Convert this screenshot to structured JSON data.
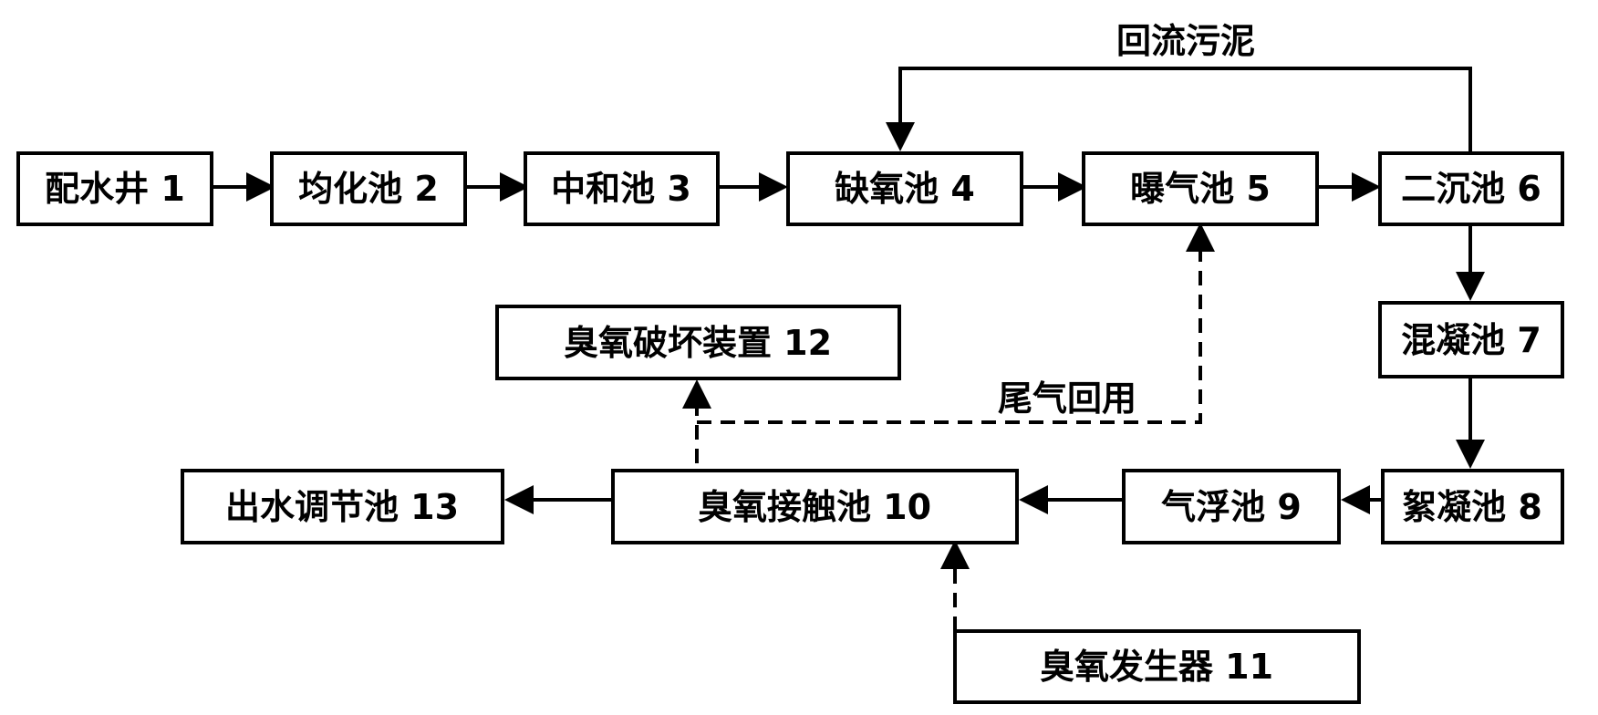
{
  "diagram": {
    "nodes": [
      {
        "id": "n1",
        "label": "配水井 1"
      },
      {
        "id": "n2",
        "label": "均化池 2"
      },
      {
        "id": "n3",
        "label": "中和池 3"
      },
      {
        "id": "n4",
        "label": "缺氧池 4"
      },
      {
        "id": "n5",
        "label": "曝气池 5"
      },
      {
        "id": "n6",
        "label": "二沉池 6"
      },
      {
        "id": "n7",
        "label": "混凝池 7"
      },
      {
        "id": "n8",
        "label": "絮凝池 8"
      },
      {
        "id": "n9",
        "label": "气浮池 9"
      },
      {
        "id": "n10",
        "label": "臭氧接触池 10"
      },
      {
        "id": "n11",
        "label": "臭氧发生器 11"
      },
      {
        "id": "n12",
        "label": "臭氧破坏装置 12"
      },
      {
        "id": "n13",
        "label": "出水调节池 13"
      }
    ],
    "edges": [
      {
        "id": "e1",
        "from": "n1",
        "to": "n2",
        "style": "solid"
      },
      {
        "id": "e2",
        "from": "n2",
        "to": "n3",
        "style": "solid"
      },
      {
        "id": "e3",
        "from": "n3",
        "to": "n4",
        "style": "solid"
      },
      {
        "id": "e4",
        "from": "n4",
        "to": "n5",
        "style": "solid"
      },
      {
        "id": "e5",
        "from": "n5",
        "to": "n6",
        "style": "solid"
      },
      {
        "id": "e6",
        "from": "n6",
        "to": "n4",
        "style": "solid",
        "label": "回流污泥"
      },
      {
        "id": "e7",
        "from": "n6",
        "to": "n7",
        "style": "solid"
      },
      {
        "id": "e8",
        "from": "n7",
        "to": "n8",
        "style": "solid"
      },
      {
        "id": "e9",
        "from": "n8",
        "to": "n9",
        "style": "solid"
      },
      {
        "id": "e10",
        "from": "n9",
        "to": "n10",
        "style": "solid"
      },
      {
        "id": "e11",
        "from": "n10",
        "to": "n13",
        "style": "solid"
      },
      {
        "id": "e12",
        "from": "n11",
        "to": "n10",
        "style": "dashed"
      },
      {
        "id": "e13",
        "from": "n10",
        "to": "n12",
        "style": "dashed"
      },
      {
        "id": "e14",
        "from": "n10",
        "to": "n5",
        "style": "dashed",
        "label": "尾气回用"
      }
    ]
  }
}
